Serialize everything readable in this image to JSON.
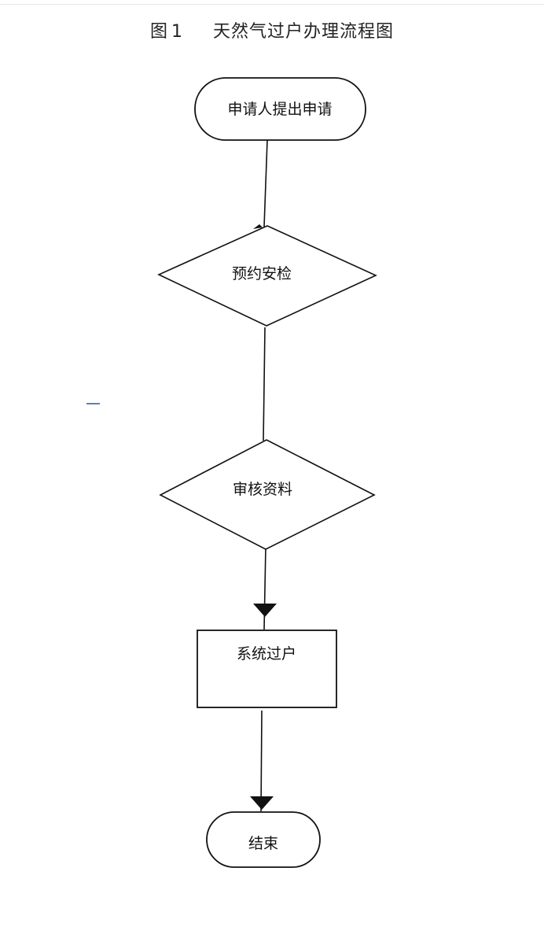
{
  "title": {
    "prefix": "图",
    "number": "1",
    "text": "天然气过户办理流程图"
  },
  "nodes": [
    {
      "id": "start",
      "shape": "terminal",
      "label": "申请人提出申请"
    },
    {
      "id": "appointment",
      "shape": "decision",
      "label": "预约安检"
    },
    {
      "id": "review",
      "shape": "decision",
      "label": "审核资料"
    },
    {
      "id": "transfer",
      "shape": "process",
      "label": "系统过户"
    },
    {
      "id": "end",
      "shape": "terminal",
      "label": "结束"
    }
  ],
  "edges": [
    {
      "from": "start",
      "to": "appointment"
    },
    {
      "from": "appointment",
      "to": "review"
    },
    {
      "from": "review",
      "to": "transfer"
    },
    {
      "from": "transfer",
      "to": "end"
    }
  ]
}
